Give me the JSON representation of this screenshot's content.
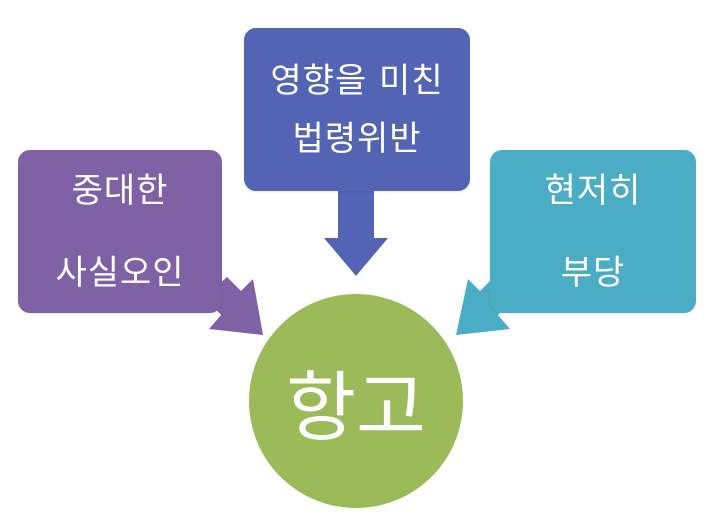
{
  "diagram": {
    "center": {
      "label": "항고",
      "color": "#9bbb59"
    },
    "top": {
      "lines": [
        "영향을 미친",
        "법령위반"
      ],
      "color": "#5464b4"
    },
    "left": {
      "lines": [
        "중대한",
        "사실오인"
      ],
      "color": "#7f62a6"
    },
    "right": {
      "lines": [
        "현저히",
        "부당"
      ],
      "color": "#4bacc6"
    }
  }
}
